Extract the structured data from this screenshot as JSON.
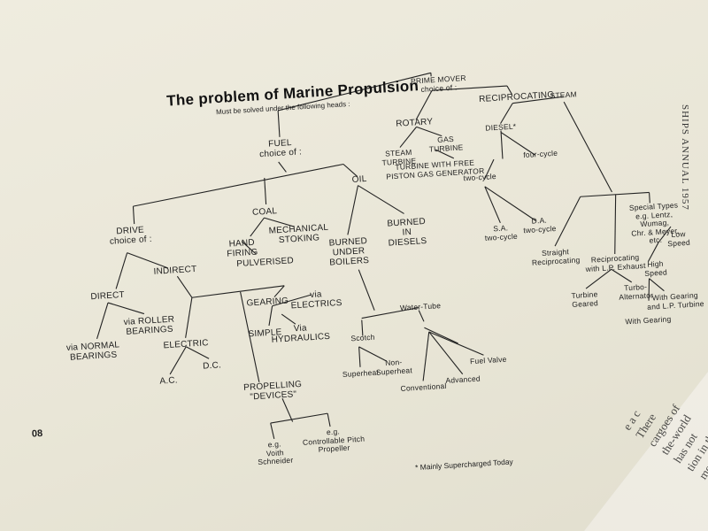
{
  "title": "The problem of Marine Propulsion",
  "subtitle": "Must be solved under the following heads :",
  "side_heading": "SHIPS ANNUAL 1957",
  "page_number": "08",
  "footnote": "* Mainly Supercharged Today",
  "nodes": {
    "prime_mover": "PRIME MOVER\nchoice of :",
    "rotary": "ROTARY",
    "reciprocating": "RECIPROCATING",
    "steam_turbine": "STEAM\nTURBINE",
    "gas_turbine": "GAS\nTURBINE",
    "turbine_free_piston": "TURBINE WITH FREE\nPISTON GAS GENERATOR",
    "diesel": "DIESEL*",
    "steam": "STEAM",
    "two_cycle": "two-cycle",
    "four_cycle": "four-cycle",
    "sa": "S.A.\ntwo-cycle",
    "da": "D.A.\ntwo-cycle",
    "straight_recip": "Straight\nReciprocating",
    "recip_lp": "Reciprocating\nwith L.P. Exhaust",
    "special_types": "Special Types\ne.g. Lentz,\nWumag,\nChr. & Meyer,\netc.",
    "turbine_geared": "Turbine\nGeared",
    "turbo_alternator": "Turbo-\nAlternator",
    "high_speed": "High\nSpeed",
    "low_speed": "Low\nSpeed",
    "with_gearing_lp": "With Gearing\nand L.P. Turbine",
    "with_gearing": "With Gearing",
    "fuel": "FUEL\nchoice of :",
    "coal": "COAL",
    "oil": "OIL",
    "hand_firing": "HAND\nFIRING",
    "mechanical_stoking": "MECHANICAL\nSTOKING",
    "pulverised": "PULVERISED",
    "burned_under_boilers": "BURNED\nUNDER\nBOILERS",
    "burned_in_diesels": "BURNED\nIN\nDIESELS",
    "water_tube": "Water-Tube",
    "scotch": "Scotch",
    "superheat": "Superheat",
    "non_superheat": "Non-\nSuperheat",
    "conventional": "Conventional",
    "advanced": "Advanced",
    "fuel_valve": "Fuel Valve",
    "drive": "DRIVE\nchoice of :",
    "direct": "DIRECT",
    "indirect": "INDIRECT",
    "via_normal_bearings": "via NORMAL\nBEARINGS",
    "via_roller_bearings": "via ROLLER\nBEARINGS",
    "electric": "ELECTRIC",
    "ac": "A.C.",
    "dc": "D.C.",
    "gearing": "GEARING",
    "simple": "SIMPLE",
    "via_electrics": "via\nELECTRICS",
    "via_hydraulics": "Via\nHYDRAULICS",
    "propelling_devices": "PROPELLING\n\"DEVICES\"",
    "voith_schneider": "e.g.\nVoith\nSchneider",
    "controllable_pitch": "e.g.\nControllable Pitch\nPropeller"
  },
  "facing_page_text": "e a c\nThere\ncargoes of\nthe-world\nhas not\ntion in the\nments when\nmotorship\nsteam and\ntions of\nfitted with\nmany vessels\ntrade and\nof the\nthis in\ncarried\ntalls\nand cu"
}
